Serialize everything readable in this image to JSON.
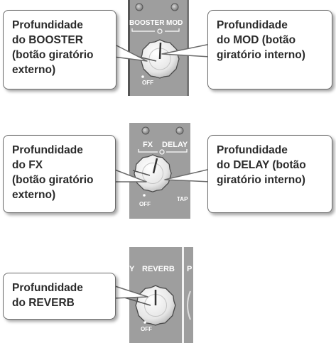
{
  "callouts": [
    {
      "lines": [
        "Profundidade",
        "do BOOSTER",
        "(botão giratório",
        "externo)"
      ]
    },
    {
      "lines": [
        "Profundidade",
        "do MOD (botão",
        "giratório interno)"
      ]
    },
    {
      "lines": [
        "Profundidade",
        "do FX",
        "(botão giratório",
        "externo)"
      ]
    },
    {
      "lines": [
        "Profundidade",
        "do DELAY (botão",
        "giratório interno)"
      ]
    },
    {
      "lines": [
        "Profundidade",
        "do REVERB"
      ]
    }
  ],
  "panels": {
    "booster_mod": {
      "left_label": "BOOSTER",
      "right_label": "MOD",
      "off_label": "OFF"
    },
    "fx_delay": {
      "left_label": "FX",
      "right_label": "DELAY",
      "off_label": "OFF",
      "tap_label": "TAP"
    },
    "reverb": {
      "label": "REVERB",
      "off_label": "OFF",
      "left_partial": "Y",
      "right_partial": "P"
    }
  },
  "colors": {
    "panel": "#9c9c9c",
    "knob": "#ededed",
    "text": "#2b2b2b",
    "border": "#6b6b6b"
  }
}
